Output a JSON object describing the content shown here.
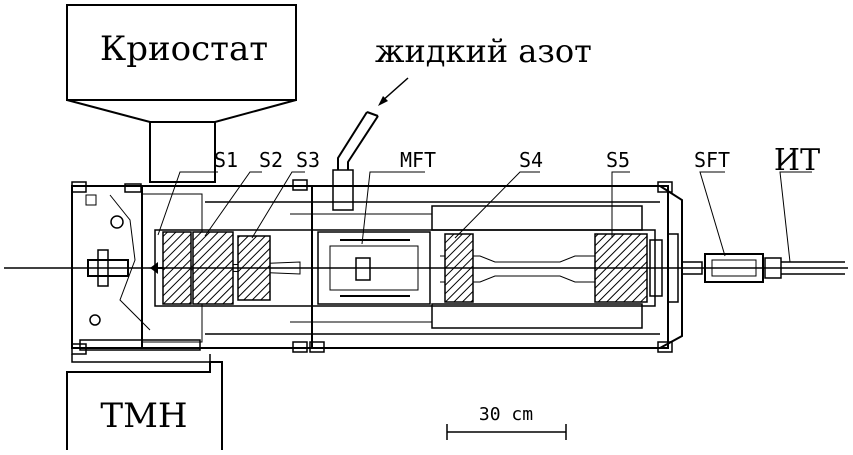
{
  "labels": {
    "cryostat": "Криостат",
    "liquid_nitrogen": "жидкий азот",
    "tmn": "ТМН",
    "it": "ИТ",
    "s1": "S1",
    "s2": "S2",
    "s3": "S3",
    "mft": "MFT",
    "s4": "S4",
    "s5": "S5",
    "sft": "SFT",
    "scale": "30 cm"
  }
}
